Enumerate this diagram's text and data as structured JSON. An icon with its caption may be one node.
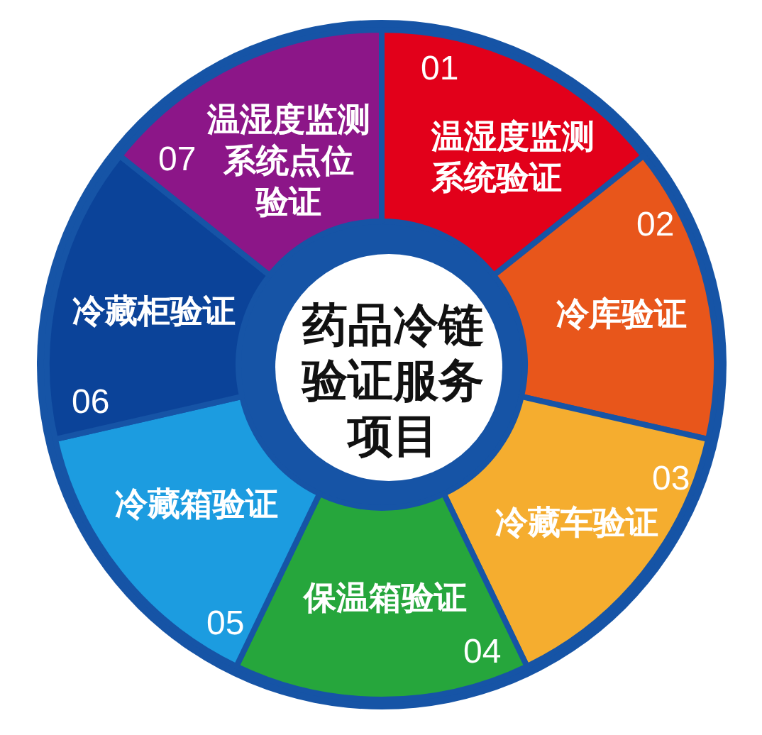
{
  "diagram": {
    "nodes": [
      {
        "text": [
          "药品冷链验证服务项目"
        ]
      },
      {
        "text": [
          "01",
          "温湿度监测系统验证"
        ]
      },
      {
        "text": [
          "02",
          "冷库验证"
        ]
      },
      {
        "text": [
          "03",
          "冷藏车验证"
        ]
      },
      {
        "text": [
          "保温箱验证",
          "04"
        ]
      },
      {
        "text": [
          "冷藏箱验证",
          "05"
        ]
      },
      {
        "text": [
          "冷藏柜验证",
          "06"
        ]
      },
      {
        "text": [
          "07",
          "温湿度监测系统点位验证"
        ]
      }
    ]
  }
}
